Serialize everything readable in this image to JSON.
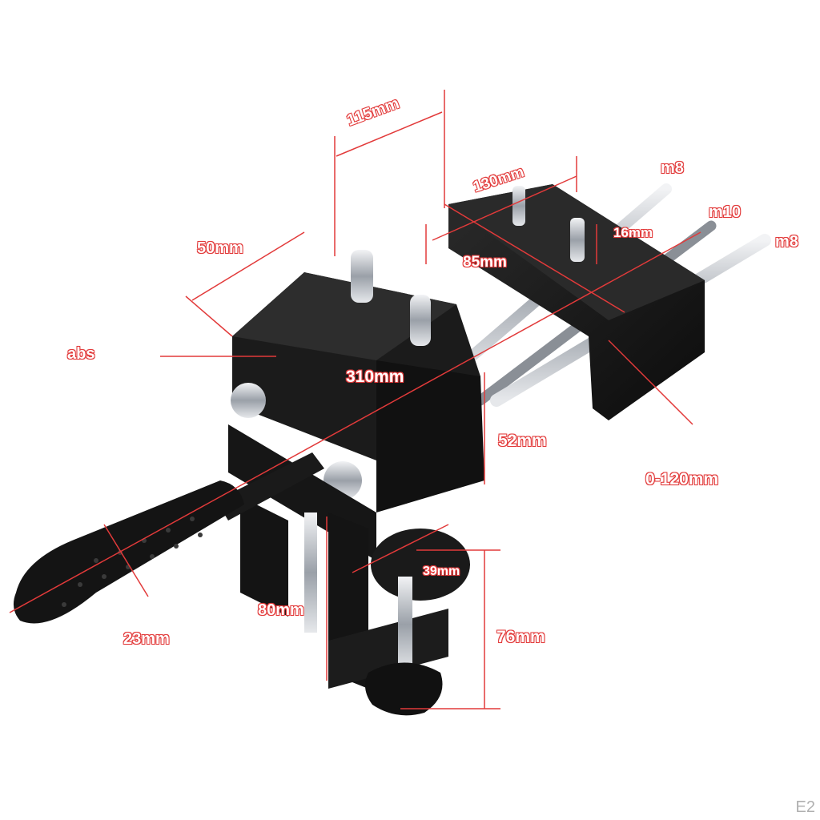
{
  "colors": {
    "annotation": "#e23a3a",
    "metal_black": "#151515",
    "steel": "#c8cbd0"
  },
  "annotations": {
    "d_115": "115mm",
    "d_130": "130mm",
    "m8_top": "m8",
    "m10": "m10",
    "m8_right": "m8",
    "d_16": "16mm",
    "d_50": "50mm",
    "d_85": "85mm",
    "abs": "abs",
    "d_310": "310mm",
    "d_52": "52mm",
    "range": "0-120mm",
    "d_39": "39mm",
    "d_80": "80mm",
    "d_23": "23mm",
    "d_76": "76mm"
  },
  "watermark": "E2"
}
